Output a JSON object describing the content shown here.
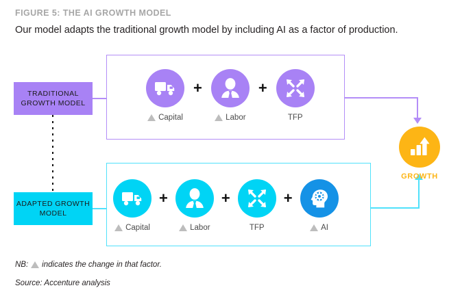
{
  "figure": {
    "title": "FIGURE 5: THE AI GROWTH MODEL",
    "subtitle": "Our model adapts the traditional growth model by including AI as a factor of production."
  },
  "models": {
    "traditional": {
      "label_line1": "TRADITIONAL",
      "label_line2": "GROWTH MODEL",
      "color": "#a882f5",
      "frame_color": "#b38df7",
      "factors": [
        {
          "label": "Capital",
          "icon": "truck-icon",
          "has_delta": true
        },
        {
          "label": "Labor",
          "icon": "person-icon",
          "has_delta": true
        },
        {
          "label": "TFP",
          "icon": "expand-arrows-icon",
          "has_delta": false
        }
      ],
      "operator": "+"
    },
    "adapted": {
      "label_line1": "ADAPTED GROWTH",
      "label_line2": "MODEL",
      "color": "#00d4f5",
      "frame_color": "#4fe1fb",
      "factors": [
        {
          "label": "Capital",
          "icon": "truck-icon",
          "has_delta": true
        },
        {
          "label": "Labor",
          "icon": "person-icon",
          "has_delta": true
        },
        {
          "label": "TFP",
          "icon": "expand-arrows-icon",
          "has_delta": false
        },
        {
          "label": "AI",
          "icon": "brain-gear-icon",
          "has_delta": true
        }
      ],
      "operator": "+"
    }
  },
  "growth": {
    "label": "GROWTH",
    "icon": "bar-chart-arrow-icon",
    "color": "#fdb515"
  },
  "footer": {
    "nb_prefix": "NB:",
    "nb_text": "indicates the change in that factor.",
    "source": "Source: Accenture analysis"
  }
}
